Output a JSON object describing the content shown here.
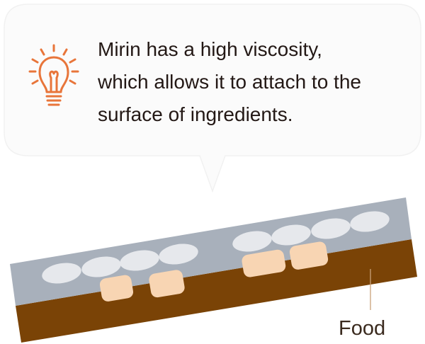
{
  "callout": {
    "lines": [
      "Mirin has a high viscosity,",
      "which allows it to attach to the",
      "surface of ingredients."
    ],
    "icon": "lightbulb-icon",
    "icon_color": "#e8753a",
    "bubble_color": "#fbfbfb"
  },
  "diagram": {
    "label_food": "Food",
    "colors": {
      "mirin_layer": "#a8b0bb",
      "droplet": "#e6e8ec",
      "food": "#7a4306",
      "absorbed": "#f8d5b3",
      "leader": "#c9a07a"
    }
  }
}
